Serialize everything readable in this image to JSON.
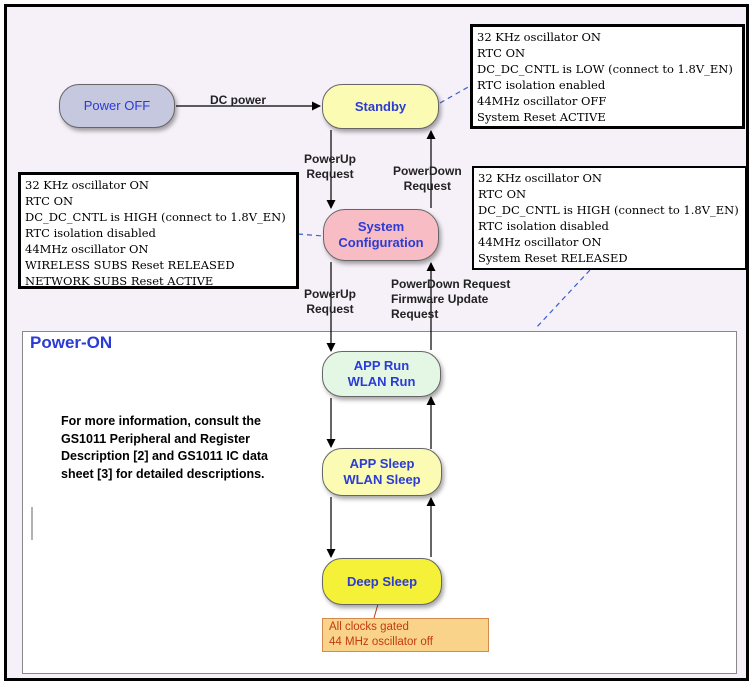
{
  "states": {
    "power_off": "Power OFF",
    "standby": "Standby",
    "system_configuration": "System\nConfiguration",
    "app_run": "APP Run\nWLAN Run",
    "app_sleep": "APP Sleep\nWLAN Sleep",
    "deep_sleep": "Deep Sleep"
  },
  "transitions": {
    "dc_power": "DC power",
    "powerup_request_1": "PowerUp\nRequest",
    "powerdown_request_1": "PowerDown\nRequest",
    "powerup_request_2": "PowerUp\nRequest",
    "powerdown_firmware": "PowerDown Request\nFirmware Update\nRequest"
  },
  "standby_info": [
    "32 KHz oscillator ON",
    "RTC ON",
    "DC_DC_CNTL is LOW (connect to 1.8V_EN)",
    "RTC isolation enabled",
    "44MHz oscillator OFF",
    "System Reset ACTIVE"
  ],
  "sysconfig_info": [
    "32 KHz oscillator ON",
    "RTC ON",
    "DC_DC_CNTL is HIGH (connect to 1.8V_EN)",
    "RTC isolation disabled",
    "44MHz oscillator ON",
    "WIRELESS SUBS Reset RELEASED",
    "NETWORK SUBS Reset ACTIVE"
  ],
  "poweron_info": [
    "32 KHz oscillator ON",
    "RTC ON",
    "DC_DC_CNTL is HIGH (connect to 1.8V_EN)",
    "RTC isolation disabled",
    "44MHz oscillator ON",
    "System Reset RELEASED"
  ],
  "power_on": {
    "title": "Power-ON",
    "more_info": "For more information, consult the GS1011 Peripheral and Register Description [2] and GS1011 IC data sheet [3] for detailed descriptions."
  },
  "deep_sleep_note": {
    "line1": "All clocks gated",
    "line2": "44 MHz oscillator off"
  },
  "colors": {
    "power_off": "#c6c8e0",
    "standby": "#fbfbb4",
    "system_configuration": "#f8bcc4",
    "app_run": "#e4f7e4",
    "app_sleep": "#fbfbb4",
    "deep_sleep": "#f5f038",
    "label_text": "#2a3bd6"
  }
}
